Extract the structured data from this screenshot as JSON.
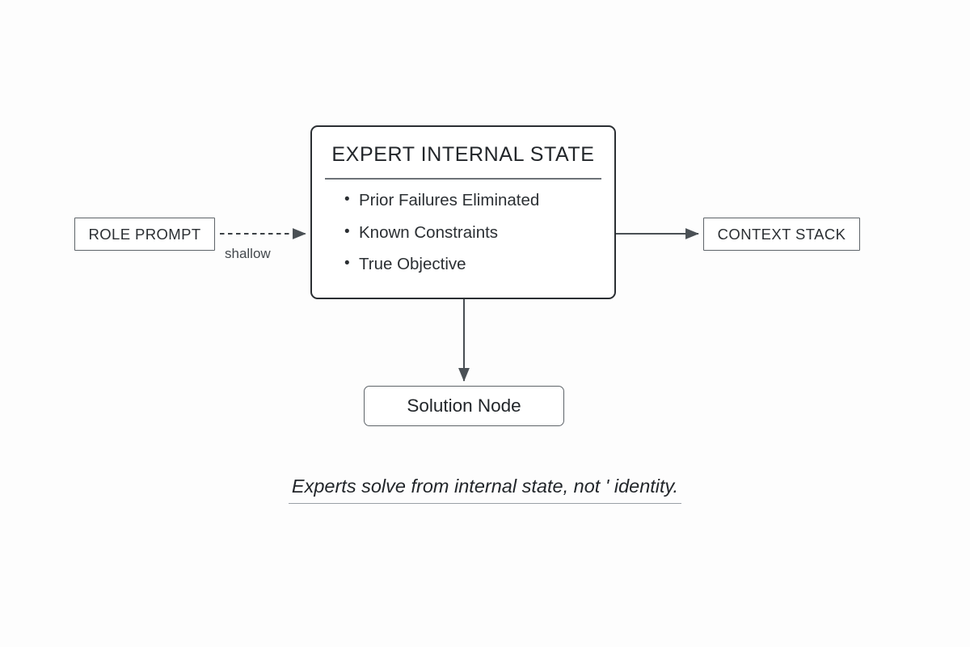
{
  "diagram": {
    "background_color": "#fdfdfd",
    "stroke_color": "#5e6469",
    "accent_color": "#2b2f33",
    "nodes": {
      "role_prompt": {
        "label": "ROLE PROMPT"
      },
      "expert_state": {
        "title": "EXPERT INTERNAL STATE",
        "items": [
          "Prior Failures Eliminated",
          "Known Constraints",
          "True Objective"
        ]
      },
      "context_stack": {
        "label": "CONTEXT STACK"
      },
      "solution": {
        "label": "Solution Node"
      }
    },
    "edges": {
      "role_to_expert": {
        "label": "shallow",
        "style": "dashed"
      },
      "expert_to_context": {
        "label": "",
        "style": "solid"
      },
      "expert_to_solution": {
        "label": "",
        "style": "solid"
      }
    },
    "caption": "Experts solve from internal state, not ' identity."
  }
}
